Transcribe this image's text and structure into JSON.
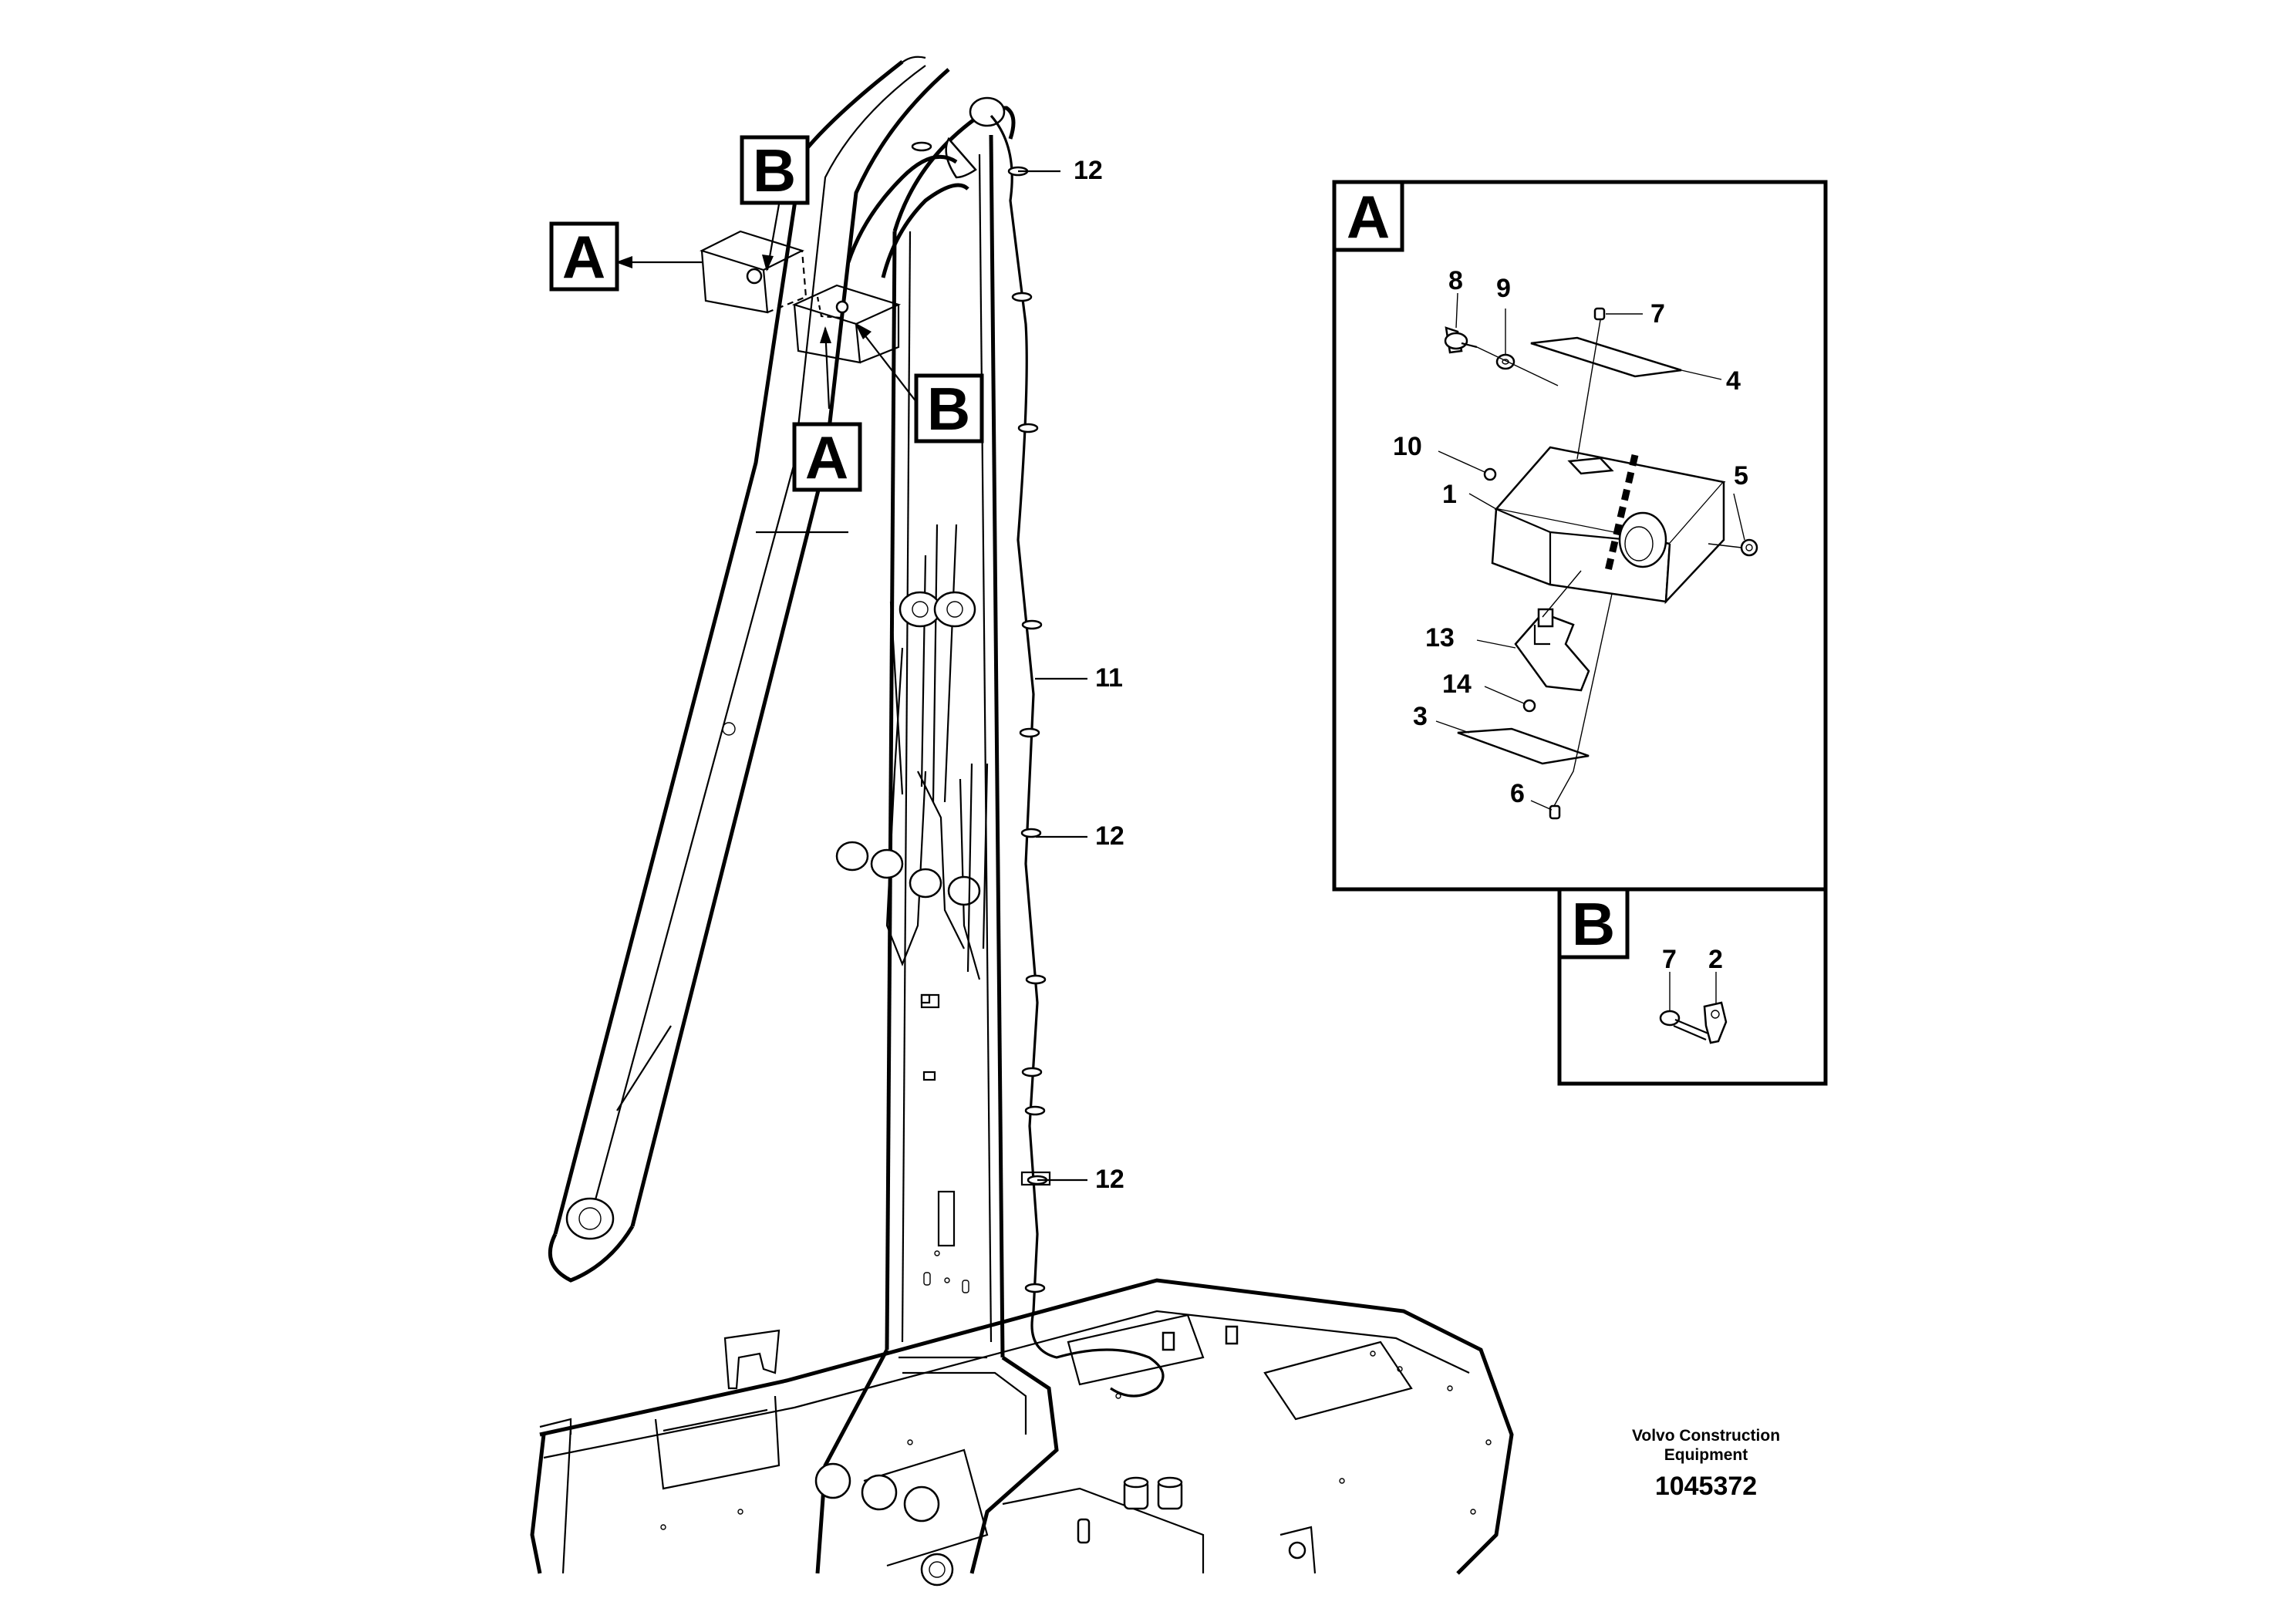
{
  "callouts": {
    "main_top_12": "12",
    "main_11": "11",
    "main_mid_12": "12",
    "main_low_12": "12",
    "a_8": "8",
    "a_9": "9",
    "a_7": "7",
    "a_4": "4",
    "a_10": "10",
    "a_1": "1",
    "a_5": "5",
    "a_13": "13",
    "a_14": "14",
    "a_3": "3",
    "a_6": "6",
    "b_7": "7",
    "b_2": "2"
  },
  "detail_labels": {
    "main_a_left": "A",
    "main_b_top": "B",
    "main_b_right": "B",
    "main_a_bottom": "A",
    "panel_a": "A",
    "panel_b": "B"
  },
  "credit": {
    "line1": "Volvo Construction",
    "line2": "Equipment",
    "code": "1045372"
  }
}
